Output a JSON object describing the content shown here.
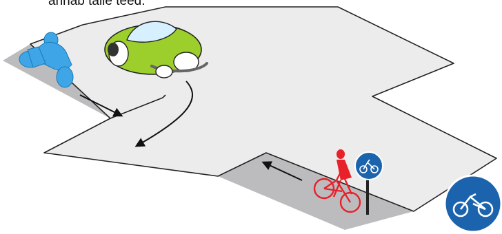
{
  "caption": "annab tälle teed.",
  "colors": {
    "road": "#ececec",
    "road_edge": "#222222",
    "bike_lane": "#bcbcbf",
    "motorcycle": "#3ea6e6",
    "car_body": "#9ccf2c",
    "bicycle_rider": "#e8202a",
    "sign_blue": "#1b64ad",
    "sign_white": "#ffffff"
  },
  "scene": {
    "vehicles": [
      "motorcycle",
      "car",
      "bicycle"
    ],
    "signs": [
      "bicycle-path-sign-on-post",
      "bicycle-path-sign-large"
    ]
  }
}
